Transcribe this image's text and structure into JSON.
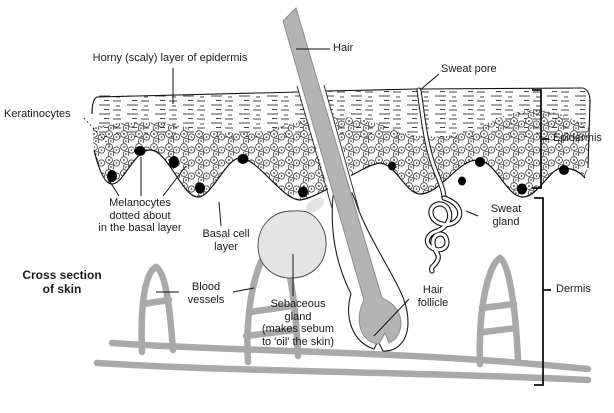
{
  "diagram_title": "Cross section of skin",
  "labels": {
    "horny_layer": "Horny (scaly) layer of epidermis",
    "hair": "Hair",
    "sweat_pore": "Sweat pore",
    "keratinocytes": "Keratinocytes",
    "epidermis": "Epidermis",
    "melanocytes": "Melanocytes\ndotted about\nin the basal layer",
    "basal_cell_layer": "Basal cell\nlayer",
    "sweat_gland": "Sweat\ngland",
    "cross_section": "Cross section\nof skin",
    "blood_vessels": "Blood\nvessels",
    "sebaceous_gland": "Sebaceous\ngland\n(makes sebum\nto 'oil' the skin)",
    "hair_follicle": "Hair\nfollicle",
    "dermis": "Dermis"
  },
  "colors": {
    "background": "#ffffff",
    "ink": "#1a1a1a",
    "hair_gray": "#b4b4b4",
    "hair_outline": "#878787",
    "sebaceous_gray": "#e4e4e4",
    "vessel_gray": "#a9a9a9",
    "dash_gray": "#444444"
  }
}
